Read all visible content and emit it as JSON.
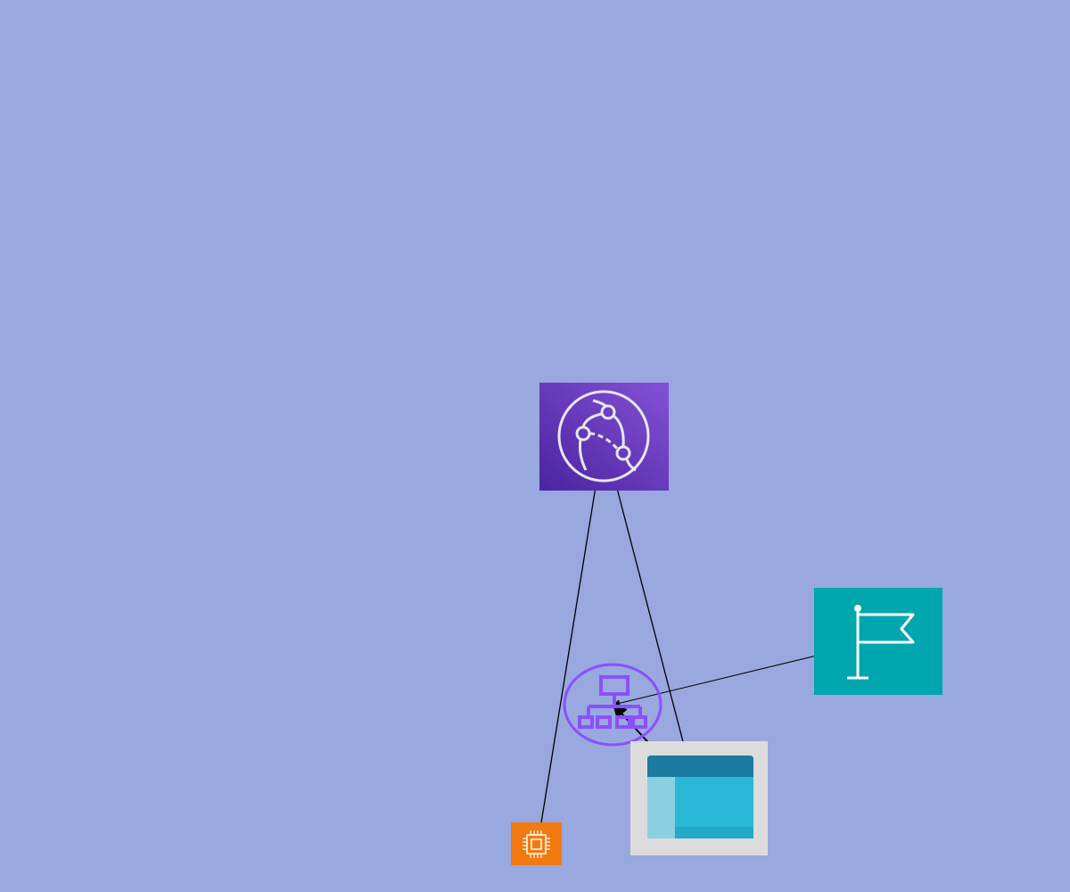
{
  "canvas": {
    "background": "#99a9df"
  },
  "nodes": [
    {
      "id": "cloudfront",
      "icon": "cloudfront-icon",
      "color_top": "#8451d6",
      "color_bottom": "#4a24a0"
    },
    {
      "id": "flag",
      "icon": "flag-icon",
      "color": "#00a6ad"
    },
    {
      "id": "network",
      "icon": "network-hierarchy-icon",
      "color": "#8c4fff"
    },
    {
      "id": "window",
      "icon": "app-window-icon",
      "frame": "#dcdcdc",
      "header": "#1a7aa0",
      "body": "#29b8d8",
      "side": "#8bd0e0"
    },
    {
      "id": "chip",
      "icon": "compute-chip-icon",
      "color": "#f07a10"
    }
  ],
  "edges": [
    {
      "from": "cloudfront",
      "to": "chip"
    },
    {
      "from": "cloudfront",
      "to": "window"
    },
    {
      "from": "flag",
      "to": "network"
    },
    {
      "from": "window",
      "to": "network"
    },
    {
      "from": "network",
      "to": "window"
    }
  ],
  "edge_color": "#000000"
}
